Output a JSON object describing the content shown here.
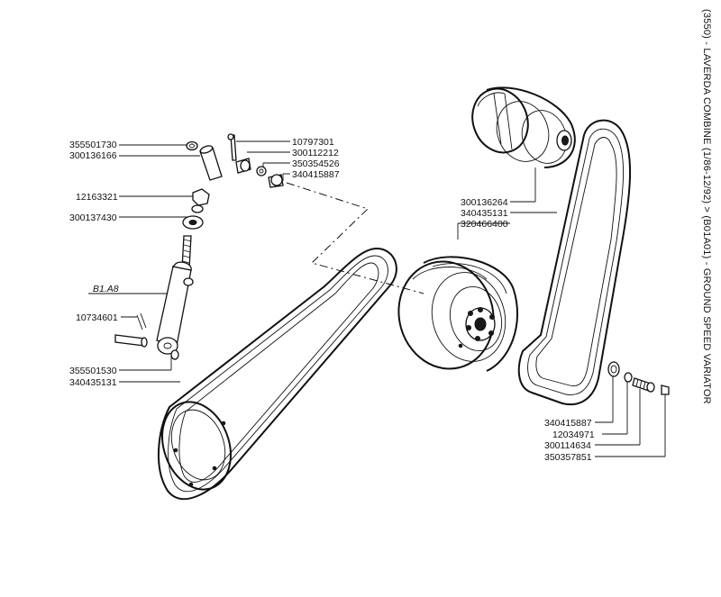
{
  "title": "(3550) - LAVERDA COMBINE (1/86-12/92) > (B01A01) - GROUND SPEED VARIATOR",
  "labels_left": [
    "355501730",
    "300136166",
    "12163321",
    "300137430",
    "10734601",
    "355501530",
    "340435131"
  ],
  "ref_label": "B1.A8",
  "labels_top_mid": [
    "10797301",
    "300112212",
    "350354526",
    "340415887"
  ],
  "labels_center": [
    "300136264",
    "340435131",
    "320466400"
  ],
  "labels_bottom_right": [
    "340415887",
    "12034971",
    "300114634",
    "350357851"
  ],
  "colors": {
    "ink": "#111111",
    "paper": "#ffffff"
  }
}
